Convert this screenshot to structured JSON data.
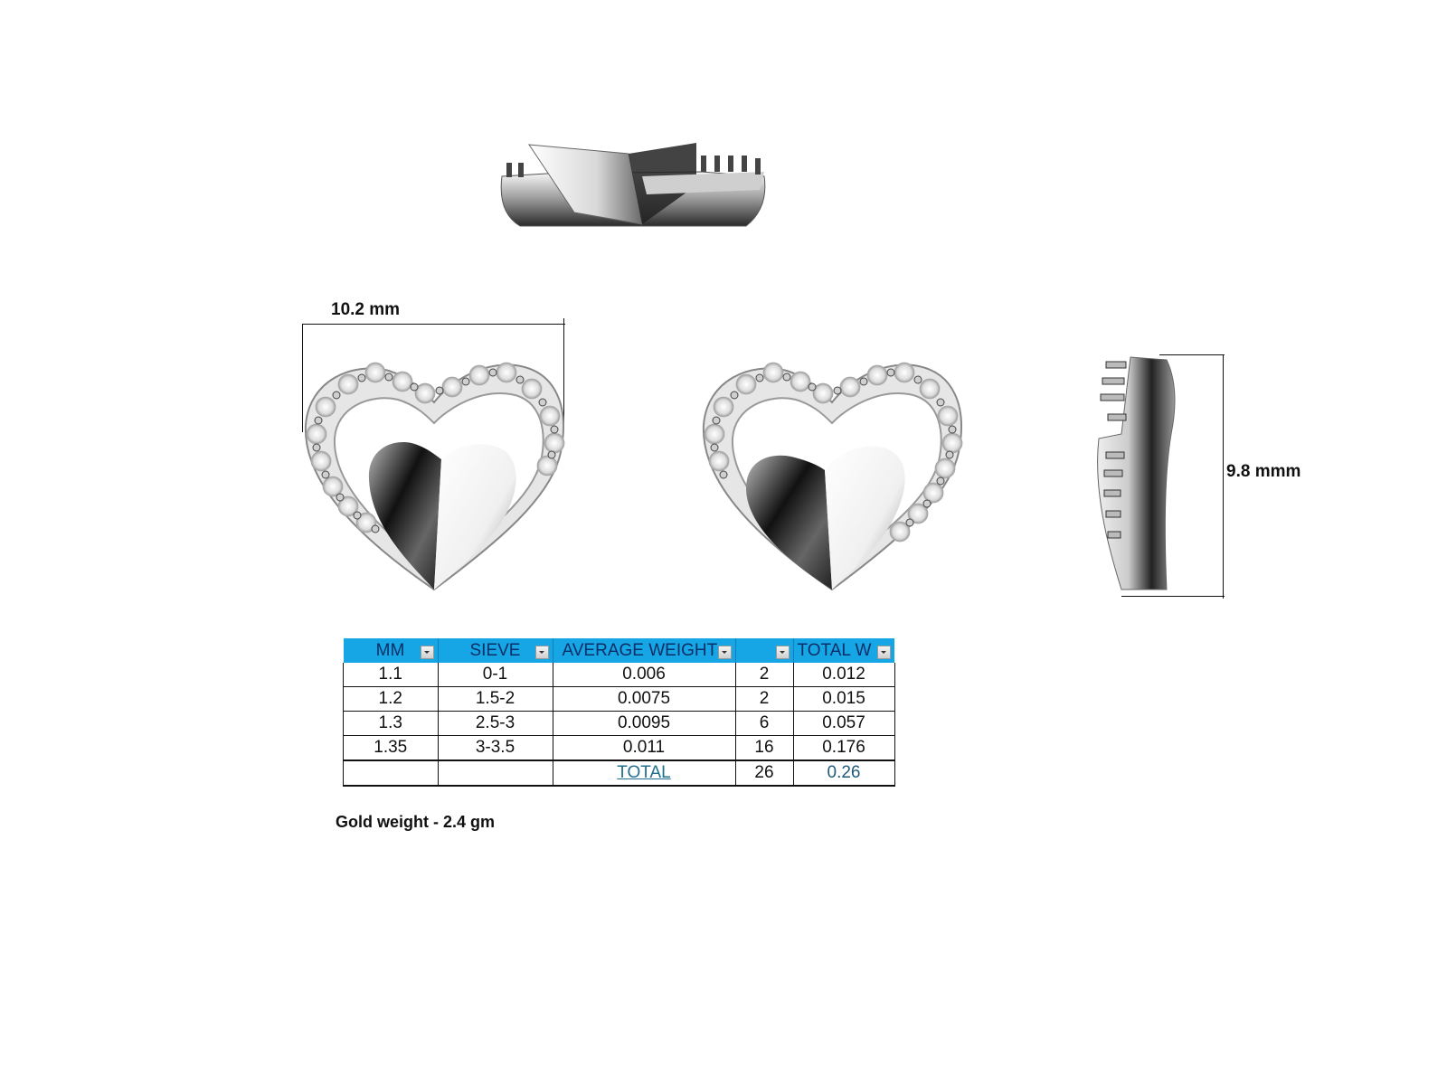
{
  "dimensions": {
    "width_label": "10.2 mm",
    "height_label": "9.8 mmm"
  },
  "views": [
    {
      "name": "top-view",
      "description": "top view of heart earring"
    },
    {
      "name": "front-view-dimensioned",
      "description": "front view with width dimension"
    },
    {
      "name": "front-view",
      "description": "front view of heart earring"
    },
    {
      "name": "side-view",
      "description": "side view with height dimension"
    }
  ],
  "stone_table": {
    "headers": [
      "MM",
      "SIEVE",
      "AVERAGE WEIGHT",
      "",
      "TOTAL W"
    ],
    "rows": [
      [
        "1.1",
        "0-1",
        "0.006",
        "2",
        "0.012"
      ],
      [
        "1.2",
        "1.5-2",
        "0.0075",
        "2",
        "0.015"
      ],
      [
        "1.3",
        "2.5-3",
        "0.0095",
        "6",
        "0.057"
      ],
      [
        "1.35",
        "3-3.5",
        "0.011",
        "16",
        "0.176"
      ]
    ],
    "total": {
      "label": "TOTAL",
      "count": "26",
      "weight": "0.26"
    },
    "header_color": "#16a6e6"
  },
  "gold_weight": "Gold weight - 2.4 gm"
}
